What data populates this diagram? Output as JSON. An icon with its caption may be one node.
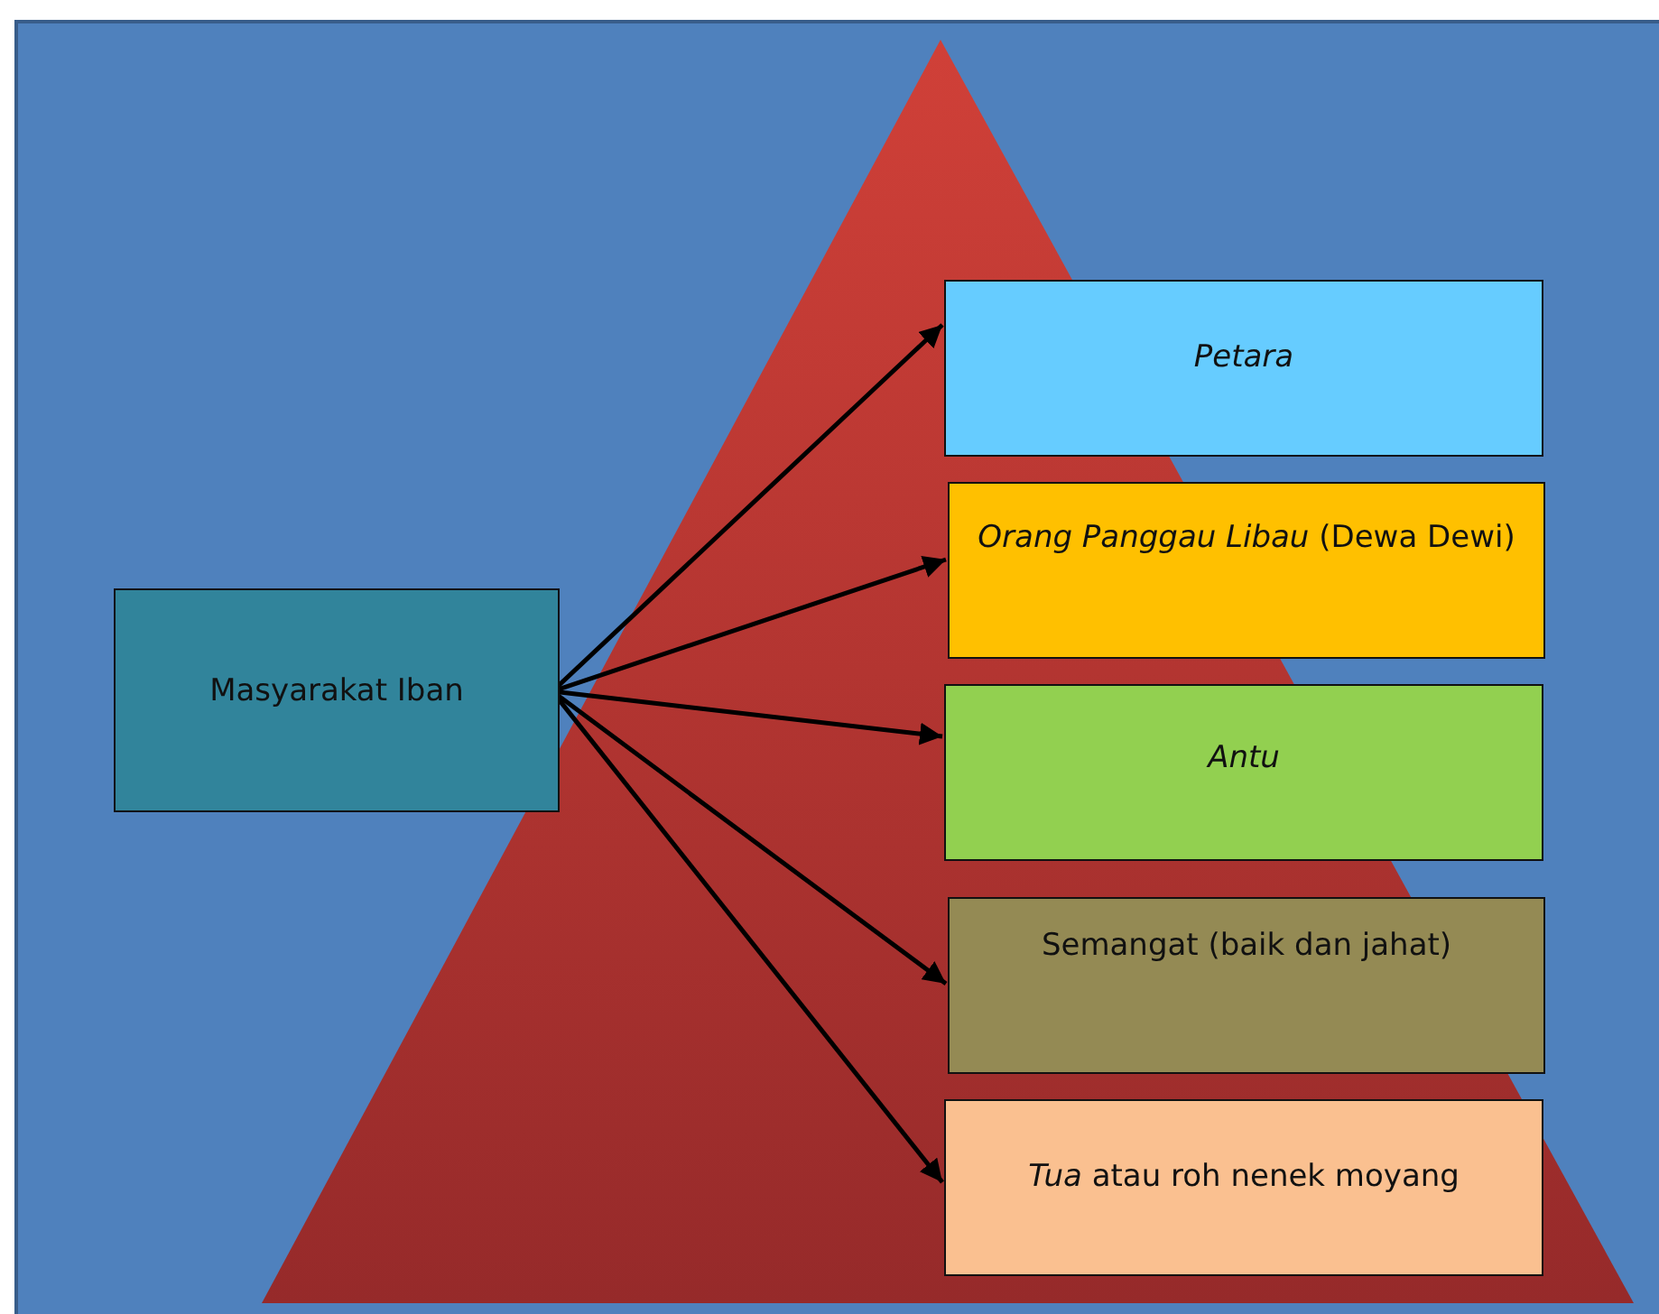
{
  "diagram": {
    "nodes": [
      {
        "text": [
          "Masyarakat Iban"
        ]
      },
      {
        "text": [
          "Petara"
        ]
      },
      {
        "text": [
          "*Orang Panggau Libau* (Dewa Dewi)"
        ]
      },
      {
        "text": [
          "Antu"
        ]
      },
      {
        "text": [
          "Semangat (baik dan jahat)"
        ]
      },
      {
        "text": [
          "*Tua* atau roh nenek moyang"
        ]
      }
    ],
    "edges": [
      {
        "from": 0,
        "to": 1,
        "arrow": "to"
      },
      {
        "from": 0,
        "to": 2,
        "arrow": "to"
      },
      {
        "from": 0,
        "to": 3,
        "arrow": "to"
      },
      {
        "from": 0,
        "to": 4,
        "arrow": "to"
      },
      {
        "from": 0,
        "to": 5,
        "arrow": "to"
      }
    ]
  }
}
